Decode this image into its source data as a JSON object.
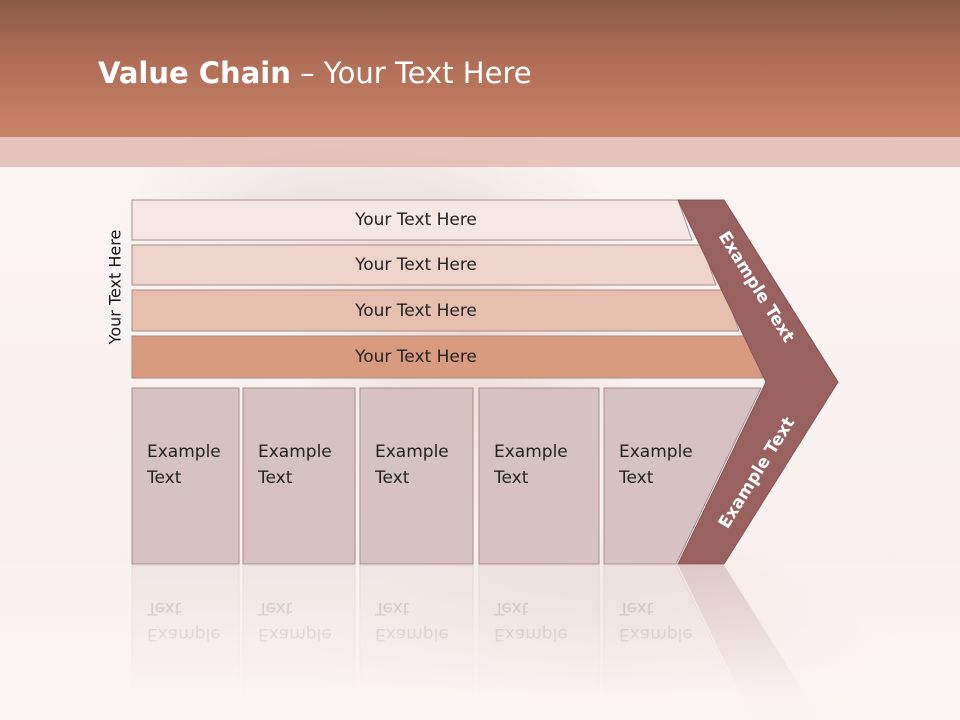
{
  "title": {
    "bold": "Value Chain",
    "rest": " – Your Text Here"
  },
  "side_label": "Your Text Here",
  "support_activities": [
    {
      "label": "Your Text Here",
      "color": "#f5e8e5"
    },
    {
      "label": "Your Text Here",
      "color": "#efd4cb"
    },
    {
      "label": "Your Text Here",
      "color": "#e7bfae"
    },
    {
      "label": "Your Text Here",
      "color": "#d99b80"
    }
  ],
  "primary_activities": [
    {
      "label": "Example\nText"
    },
    {
      "label": "Example\nText"
    },
    {
      "label": "Example\nText"
    },
    {
      "label": "Example\nText"
    },
    {
      "label": "Example\nText"
    }
  ],
  "margin_upper": "Example Text",
  "margin_lower": "Example Text",
  "colors": {
    "header": "#b06e58",
    "margin_arrow": "#9a6161",
    "primary_box": "#d6c2c2",
    "box_stroke": "#a98b86"
  }
}
